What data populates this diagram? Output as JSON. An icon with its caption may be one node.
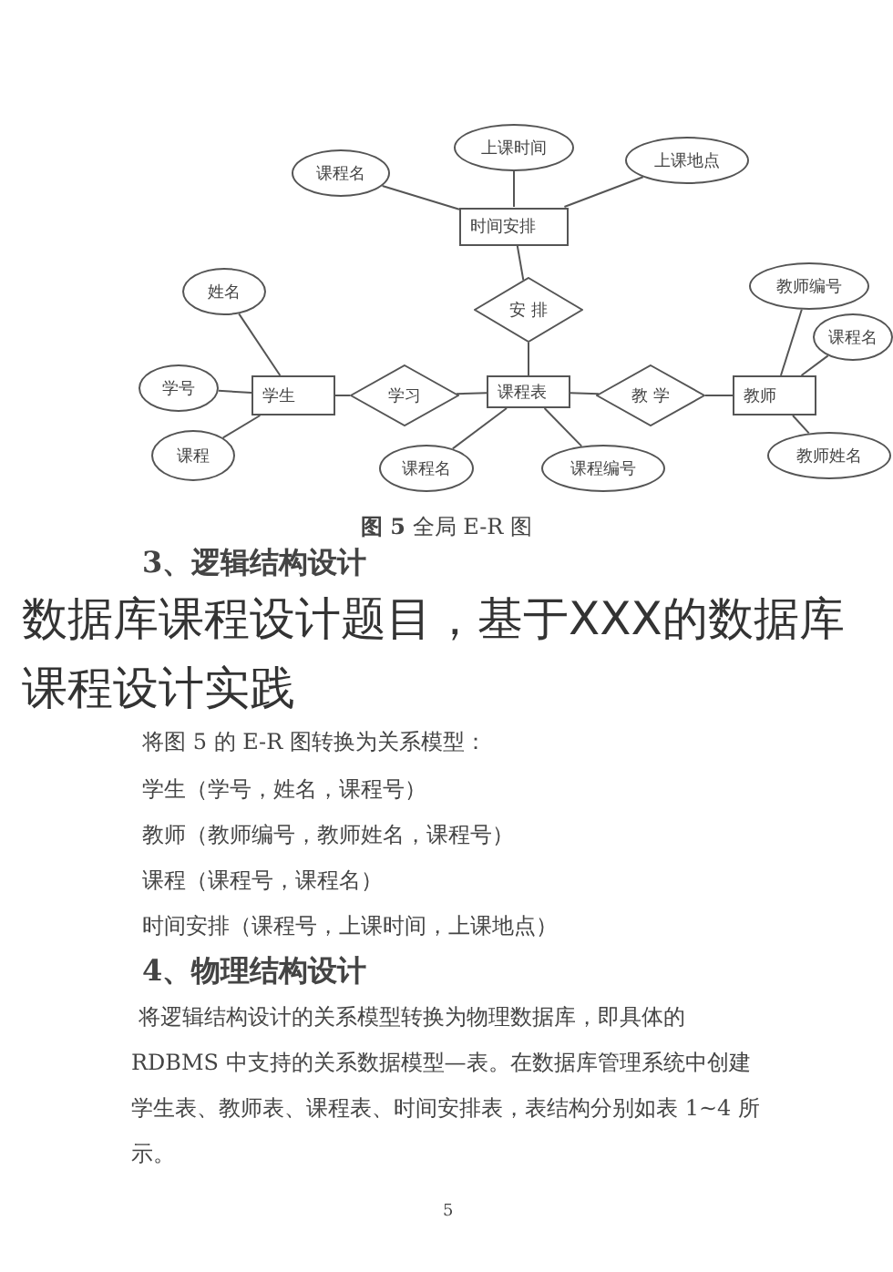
{
  "diagram": {
    "title": "数据库课程设计题目，基于XXX的数据库课程设计实践",
    "caption": "**图 5** 全局 E-R 图",
    "nodes": [
      {
        "text": [
          "课程名"
        ]
      },
      {
        "text": [
          "上课时间"
        ]
      },
      {
        "text": [
          "上课地点"
        ]
      },
      {
        "text": [
          "时间安排"
        ]
      },
      {
        "text": [
          "姓名"
        ]
      },
      {
        "text": [
          "教师编号"
        ]
      },
      {
        "text": [
          "安 排"
        ]
      },
      {
        "text": [
          "课程名"
        ]
      },
      {
        "text": [
          "学号"
        ]
      },
      {
        "text": [
          "学生"
        ]
      },
      {
        "text": [
          "学习"
        ]
      },
      {
        "text": [
          "课程表"
        ]
      },
      {
        "text": [
          "教 学"
        ]
      },
      {
        "text": [
          "教师"
        ]
      },
      {
        "text": [
          "课程"
        ]
      },
      {
        "text": [
          "课程名"
        ]
      },
      {
        "text": [
          "课程编号"
        ]
      },
      {
        "text": [
          "教师姓名"
        ]
      }
    ],
    "edges": [
      {
        "from": 0,
        "to": 3,
        "arrow": "none"
      },
      {
        "from": 1,
        "to": 3,
        "arrow": "none"
      },
      {
        "from": 2,
        "to": 3,
        "arrow": "none"
      },
      {
        "from": 3,
        "to": 6,
        "arrow": "none"
      },
      {
        "from": 6,
        "to": 11,
        "arrow": "none"
      },
      {
        "from": 4,
        "to": 9,
        "arrow": "none"
      },
      {
        "from": 8,
        "to": 9,
        "arrow": "none"
      },
      {
        "from": 14,
        "to": 9,
        "arrow": "none"
      },
      {
        "from": 9,
        "to": 10,
        "arrow": "none"
      },
      {
        "from": 10,
        "to": 11,
        "arrow": "none"
      },
      {
        "from": 11,
        "to": 15,
        "arrow": "none"
      },
      {
        "from": 11,
        "to": 16,
        "arrow": "none"
      },
      {
        "from": 11,
        "to": 12,
        "arrow": "none"
      },
      {
        "from": 12,
        "to": 13,
        "arrow": "none"
      },
      {
        "from": 5,
        "to": 13,
        "arrow": "none"
      },
      {
        "from": 7,
        "to": 13,
        "arrow": "none"
      },
      {
        "from": 17,
        "to": 13,
        "arrow": "none"
      }
    ],
    "labels": [
      "3、逻辑结构设计",
      "将图 5 的 E-R 图转换为关系模型：",
      "学生（学号，姓名，课程号）",
      "教师（教师编号，教师姓名，课程号）",
      "课程（课程号，课程名）",
      "时间安排（课程号，上课时间，上课地点）",
      "4、物理结构设计",
      "将逻辑结构设计的关系模型转换为物理数据库，即具体的 RDBMS 中支持的关系数据模型—表。在数据库管理系统中创建学生表、教师表、课程表、时间安排表，表结构分别如表 1~4 所示。",
      "5"
    ]
  }
}
